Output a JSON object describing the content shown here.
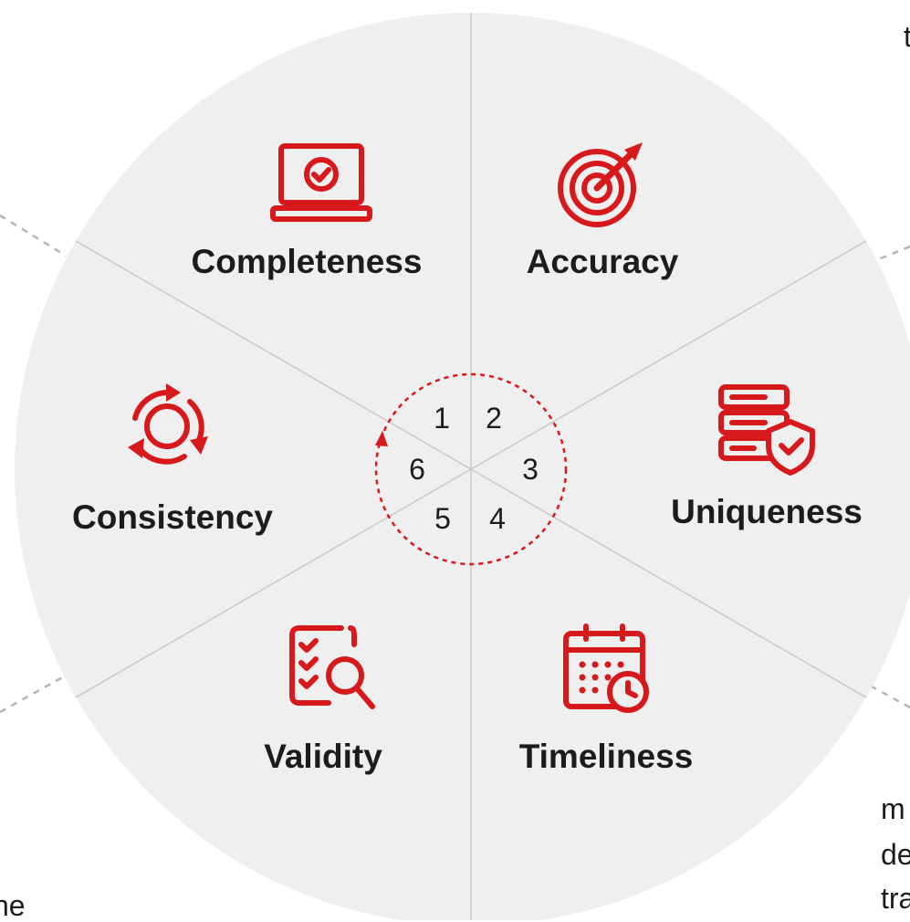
{
  "segments": [
    {
      "number": "1",
      "label": "Completeness",
      "icon": "laptop-check-icon"
    },
    {
      "number": "2",
      "label": "Accuracy",
      "icon": "target-arrow-icon"
    },
    {
      "number": "3",
      "label": "Uniqueness",
      "icon": "database-shield-icon"
    },
    {
      "number": "4",
      "label": "Timeliness",
      "icon": "calendar-clock-icon"
    },
    {
      "number": "5",
      "label": "Validity",
      "icon": "checklist-search-icon"
    },
    {
      "number": "6",
      "label": "Consistency",
      "icon": "cycle-arrows-icon"
    }
  ],
  "edge_text": {
    "top_right": "t",
    "bottom_right_1": "m",
    "bottom_right_2": "de",
    "bottom_right_3": "tra",
    "bottom_left": "he"
  },
  "colors": {
    "accent": "#d7191c",
    "wheel_fill": "#efefef",
    "divider": "#c8c8c8",
    "text": "#1c1c1c",
    "dashed_connector": "#b5b5b5"
  }
}
